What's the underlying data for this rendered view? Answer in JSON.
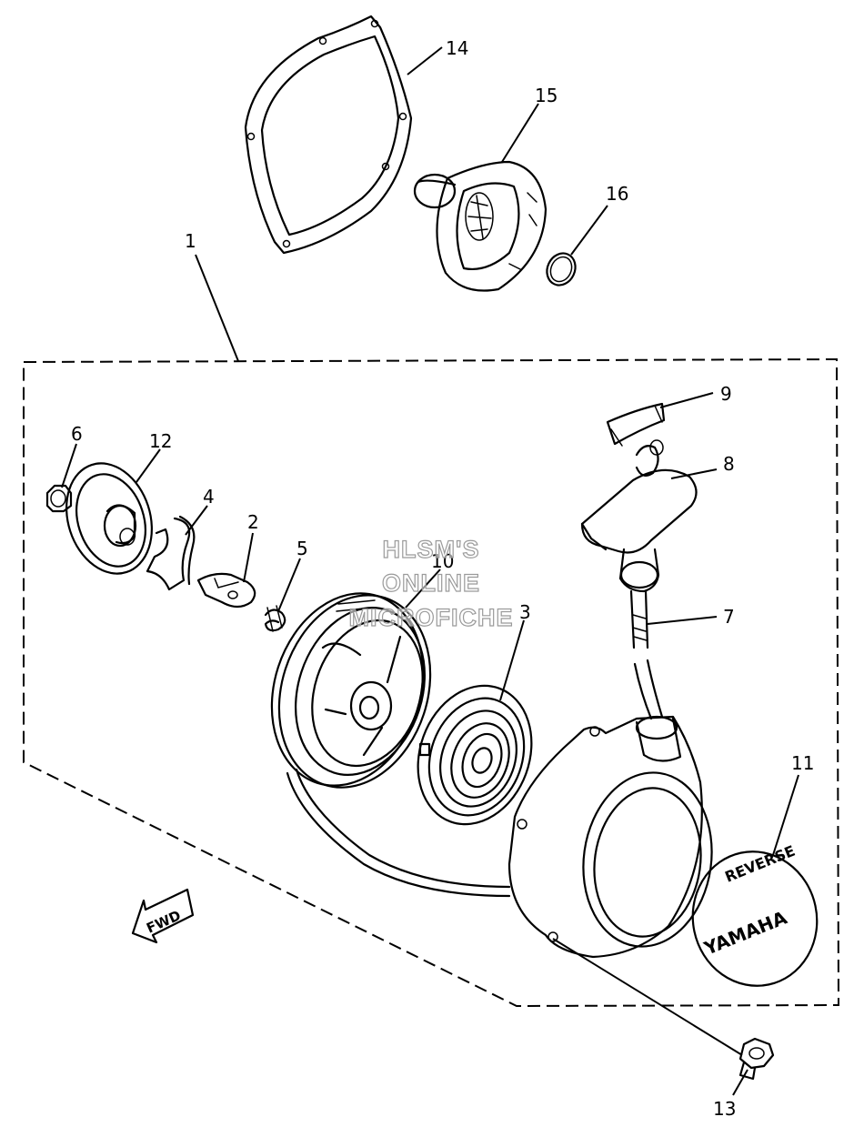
{
  "watermark": {
    "lines": [
      "HLSM'S",
      "ONLINE",
      "MICROFICHE"
    ]
  },
  "direction_arrow": {
    "label": "FWD"
  },
  "parts": [
    {
      "id": "p1",
      "number": "1"
    },
    {
      "id": "p2",
      "number": "2"
    },
    {
      "id": "p3",
      "number": "3"
    },
    {
      "id": "p4",
      "number": "4"
    },
    {
      "id": "p5",
      "number": "5"
    },
    {
      "id": "p6",
      "number": "6"
    },
    {
      "id": "p7",
      "number": "7"
    },
    {
      "id": "p8",
      "number": "8"
    },
    {
      "id": "p9",
      "number": "9"
    },
    {
      "id": "p10",
      "number": "10"
    },
    {
      "id": "p11",
      "number": "11"
    },
    {
      "id": "p12",
      "number": "12"
    },
    {
      "id": "p13",
      "number": "13"
    },
    {
      "id": "p14",
      "number": "14"
    },
    {
      "id": "p15",
      "number": "15"
    },
    {
      "id": "p16",
      "number": "16"
    }
  ],
  "emblem": {
    "line1": "REVERSE",
    "line2": "YAMAHA"
  }
}
